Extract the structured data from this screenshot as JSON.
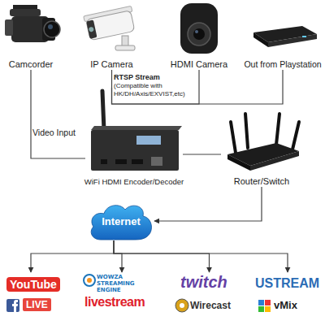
{
  "diagram": {
    "nodes": [
      {
        "text": [
          "Camcorder"
        ]
      },
      {
        "text": [
          "IP Camera"
        ]
      },
      {
        "text": [
          "HDMI Camera"
        ]
      },
      {
        "text": [
          "Out from Playstation"
        ]
      },
      {
        "text": [
          "WiFi HDMI Encoder/Decoder"
        ]
      },
      {
        "text": [
          "Router/Switch"
        ]
      },
      {
        "text": [
          "Internet"
        ]
      },
      {
        "text": [
          "YouTube",
          "LIVE"
        ]
      },
      {
        "text": [
          "WOWZA STREAMING ENGINE",
          "livestream"
        ]
      },
      {
        "text": [
          "twitch",
          "Wirecast"
        ]
      },
      {
        "text": [
          "USTREAM",
          "vMix"
        ]
      }
    ],
    "edges": [
      {
        "from": 0,
        "to": 4,
        "arrow": "none",
        "label": "Video Input"
      },
      {
        "from": 1,
        "to": 4,
        "arrow": "none",
        "label": "RTSP Stream"
      },
      {
        "from": 2,
        "to": 4,
        "arrow": "none"
      },
      {
        "from": 3,
        "to": 4,
        "arrow": "none"
      },
      {
        "from": 4,
        "to": 5,
        "arrow": "none"
      },
      {
        "from": 5,
        "to": 6,
        "arrow": "to"
      },
      {
        "from": 6,
        "to": 7,
        "arrow": "to"
      },
      {
        "from": 6,
        "to": 8,
        "arrow": "to"
      },
      {
        "from": 6,
        "to": 9,
        "arrow": "to"
      },
      {
        "from": 6,
        "to": 10,
        "arrow": "to"
      }
    ],
    "labels": [
      "(Compatible with HK/DH/Axis/EXVIST,etc)"
    ]
  }
}
